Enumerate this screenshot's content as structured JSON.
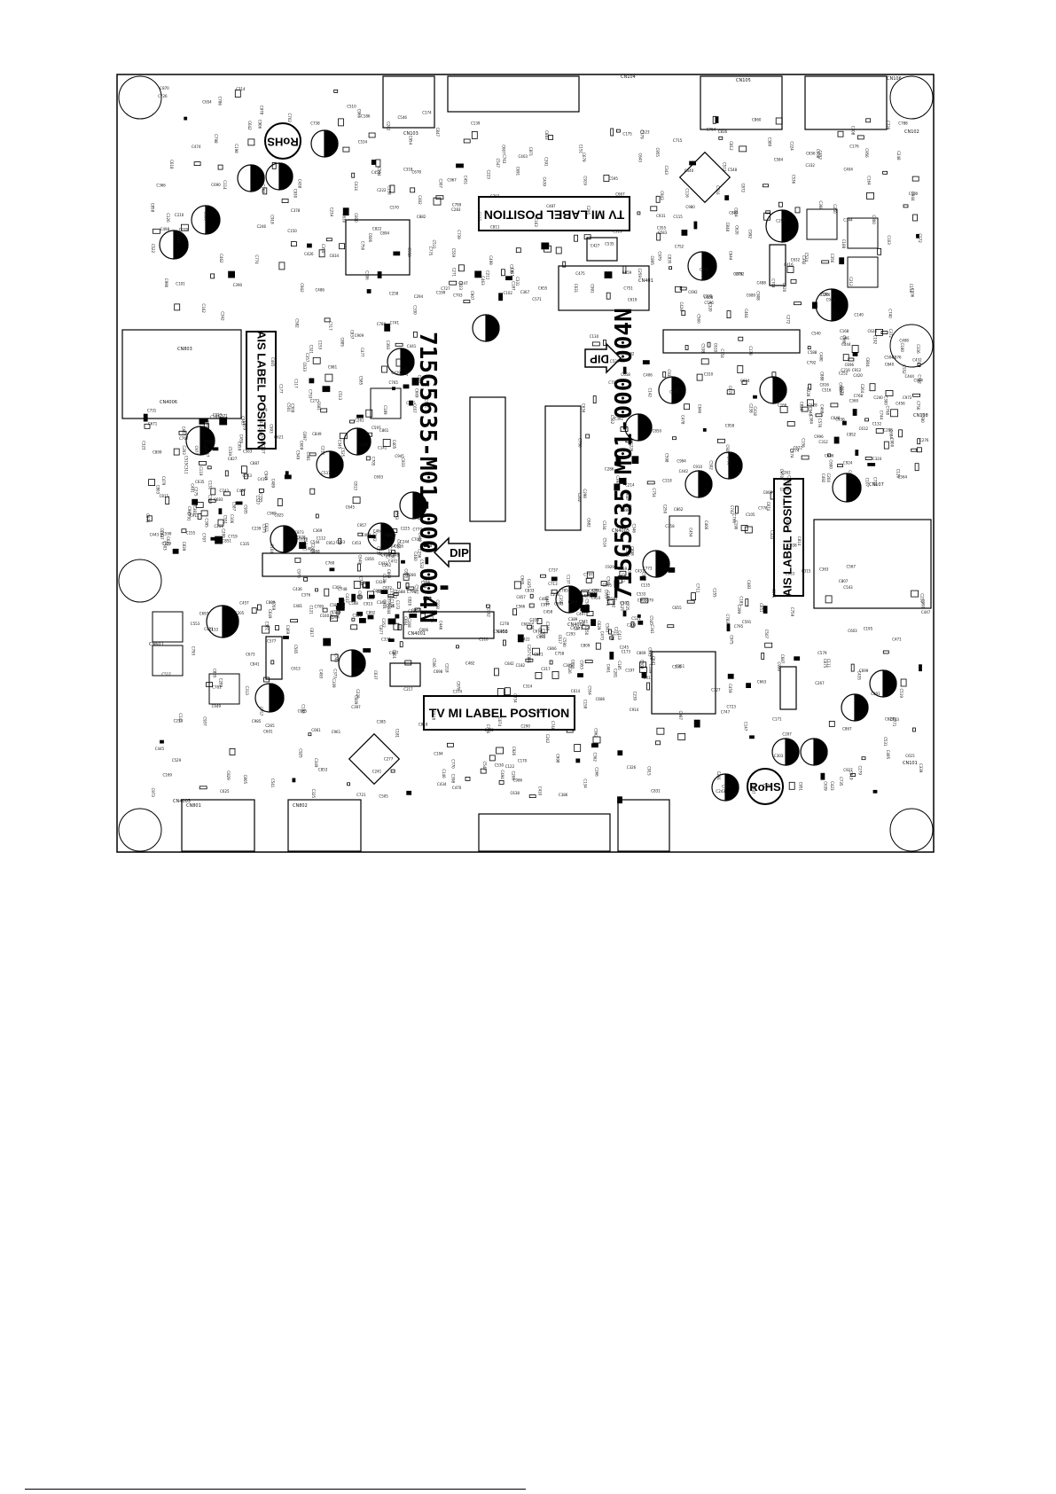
{
  "board": {
    "part_number": "715G5635-M01-000-004N",
    "labels": {
      "tv_mi": "TV MI LABEL POSITION",
      "ais": "AIS LABEL POSITION",
      "dip": "DIP",
      "rohs": "RoHS"
    },
    "connectors": [
      "CN101",
      "CN102",
      "CN103",
      "CN104",
      "CN105",
      "CN106",
      "CN107",
      "CN108",
      "CN401",
      "CN403",
      "CN601",
      "CN801",
      "CN802",
      "CN803",
      "CN4001",
      "CN4003",
      "CN4004",
      "CN4005",
      "CN4006"
    ],
    "designators": [
      "C101",
      "C102",
      "C103",
      "C104",
      "C105",
      "C106",
      "C107",
      "C109",
      "C110",
      "C111",
      "C112",
      "C113",
      "C114",
      "C115",
      "C116",
      "C117",
      "C118",
      "C119",
      "C120",
      "C121",
      "C122",
      "C123",
      "C124",
      "C125",
      "C126",
      "C127",
      "C128",
      "C129",
      "C130",
      "C131",
      "C132",
      "C133",
      "C134",
      "C135",
      "C136",
      "C137",
      "C138",
      "C139",
      "C140",
      "C141",
      "C142",
      "C143",
      "C144",
      "C145",
      "C146",
      "C147",
      "C148",
      "C149",
      "C150",
      "C151",
      "C152",
      "C153",
      "C154",
      "C155",
      "C156",
      "C157",
      "C158",
      "C159",
      "C160",
      "C161",
      "C162",
      "C163",
      "C164",
      "C165",
      "C166",
      "C167",
      "C168",
      "C169",
      "C170",
      "C171",
      "C172",
      "C173",
      "C174",
      "C175",
      "C176",
      "C177",
      "C178",
      "C179",
      "C180",
      "C181",
      "C182",
      "C183",
      "C184",
      "C185",
      "C186",
      "C187",
      "C188",
      "C189",
      "C190",
      "C191",
      "C192",
      "C193",
      "C194",
      "C195",
      "C196",
      "C197",
      "C198",
      "C199",
      "C200",
      "C201",
      "C202",
      "C203",
      "C204",
      "C205",
      "C206",
      "C207",
      "C208",
      "C209",
      "C210",
      "C211",
      "C212",
      "C213",
      "C214",
      "C215",
      "C216",
      "C217",
      "C218",
      "C219",
      "C220",
      "C221",
      "C222",
      "C223",
      "C224",
      "C225",
      "C226",
      "C227",
      "C228",
      "C229",
      "C230",
      "C231",
      "C232",
      "C233",
      "C234",
      "C235",
      "C236",
      "C237",
      "C238",
      "C239",
      "C240",
      "C241",
      "C242",
      "C243",
      "C244",
      "C245",
      "C246",
      "C247",
      "C248",
      "C249",
      "C250",
      "C251",
      "C252",
      "C253",
      "C254",
      "C255",
      "C256",
      "C257",
      "C258",
      "C259",
      "C260",
      "C261",
      "C262",
      "C263",
      "C264",
      "C265",
      "C266",
      "C267",
      "C268",
      "C269",
      "C270",
      "C271",
      "C272",
      "C273",
      "C274",
      "C275",
      "C276",
      "C277",
      "C278",
      "C279",
      "C280",
      "C281",
      "C282",
      "C283",
      "C284",
      "C285",
      "C286",
      "C287",
      "C288",
      "C289",
      "C290",
      "C291",
      "C292",
      "C293",
      "C294",
      "C295",
      "C296",
      "C297",
      "C298",
      "C299",
      "C300",
      "C301",
      "C302",
      "C303",
      "C304",
      "C305",
      "C306",
      "C307",
      "C308",
      "C309",
      "C310",
      "C311",
      "C312",
      "C313",
      "C314",
      "C315",
      "C316",
      "C317",
      "C318",
      "C319",
      "C320",
      "C321",
      "C322",
      "C323",
      "C324",
      "C325",
      "C326",
      "C327",
      "C328",
      "C329",
      "C330",
      "C331",
      "C332",
      "C333",
      "C334",
      "C335",
      "C336",
      "C337",
      "C338",
      "C339",
      "C340",
      "C341",
      "C342",
      "C343",
      "C344",
      "C345",
      "C346",
      "C347",
      "C348",
      "C349",
      "C350",
      "C351",
      "C352",
      "C353",
      "C354",
      "C355",
      "C356",
      "C357",
      "C358",
      "C359",
      "C360",
      "C361",
      "C362",
      "C363",
      "C364",
      "C365",
      "C366",
      "C367",
      "C368",
      "C369",
      "C370",
      "C371",
      "C372",
      "C373",
      "C374",
      "C375",
      "C376",
      "C377",
      "C378",
      "C379",
      "C380",
      "C381",
      "C382",
      "C383",
      "C384",
      "C385",
      "C386",
      "C387",
      "C388",
      "C389",
      "C390",
      "C391",
      "C392",
      "C393",
      "C394",
      "C395",
      "C396",
      "C397",
      "C398",
      "C399",
      "C400",
      "C401",
      "C402",
      "C403",
      "C404",
      "C405",
      "C406",
      "C407",
      "C408",
      "C409",
      "C410",
      "C411",
      "C412",
      "C413",
      "C414",
      "C415",
      "C416",
      "C417",
      "C418",
      "C419",
      "C420",
      "C421",
      "C422",
      "C423",
      "C424",
      "C425",
      "C426",
      "C427",
      "C428",
      "C429",
      "C430",
      "C431",
      "C432",
      "C433",
      "C434",
      "C435",
      "C436",
      "C437",
      "C438",
      "C439",
      "C440",
      "C441",
      "C442",
      "C443",
      "C444",
      "C445",
      "C446",
      "C447",
      "C448",
      "C449",
      "C450",
      "C451",
      "C452",
      "C453",
      "C454",
      "C455",
      "C456",
      "C457",
      "C458",
      "C459",
      "C460",
      "C461",
      "C462",
      "C463",
      "C464",
      "C465",
      "C466",
      "C467",
      "C468",
      "C469",
      "C470",
      "C471",
      "C472",
      "C473",
      "C474",
      "C475",
      "C476",
      "C477",
      "C478",
      "C479",
      "C480",
      "C481",
      "C482",
      "C483",
      "C484",
      "C485",
      "C486",
      "C487",
      "C488",
      "C489",
      "C490",
      "C491",
      "C492",
      "C493",
      "C494",
      "C495",
      "C496",
      "C497",
      "C498",
      "C499",
      "C500",
      "C501",
      "C502",
      "C503",
      "C504",
      "C505",
      "C506",
      "C507",
      "C508",
      "C509",
      "C510",
      "C511",
      "C512",
      "C513",
      "C514",
      "C515",
      "C516",
      "C517",
      "C518",
      "C519",
      "C520",
      "C521",
      "C522",
      "C523",
      "C524",
      "C525",
      "C526",
      "C527",
      "C528",
      "C529",
      "C530",
      "C531",
      "C532",
      "C533",
      "C534",
      "C535",
      "C536",
      "C537",
      "C538",
      "C539",
      "C540",
      "C541",
      "C542",
      "C543",
      "C544",
      "C545",
      "C546",
      "C547",
      "C548",
      "C549",
      "C550",
      "C551",
      "C552",
      "C553",
      "C554",
      "C555",
      "C556",
      "C557",
      "C558",
      "C559",
      "C560",
      "C561",
      "C562",
      "C563",
      "C564",
      "C565",
      "C566",
      "C567",
      "C568",
      "C569",
      "C570",
      "C571",
      "C572",
      "C573",
      "C574",
      "C575",
      "C576",
      "C577",
      "C578",
      "C579",
      "C580",
      "C581",
      "C582",
      "C583",
      "C584",
      "C585",
      "C586",
      "C587",
      "C588",
      "C589",
      "C590",
      "C591",
      "C592",
      "C593",
      "C594",
      "C595",
      "C596",
      "C597",
      "C598",
      "C599",
      "C600",
      "C601",
      "C602",
      "C603",
      "C604",
      "C605",
      "C606",
      "C607",
      "C608",
      "C609",
      "C610",
      "C611",
      "C612",
      "C613",
      "C614",
      "C615",
      "C616",
      "C617",
      "C618",
      "C619",
      "C620",
      "C621",
      "C622",
      "C623",
      "C624",
      "C625",
      "C626",
      "C627",
      "C628",
      "C629",
      "C630",
      "C631",
      "C632",
      "C633",
      "C634",
      "C635",
      "C636",
      "C637",
      "C638",
      "C639",
      "C640",
      "C641",
      "C642",
      "C643",
      "C644",
      "C645",
      "C646",
      "C647",
      "C648",
      "C649",
      "C650",
      "C651",
      "C652",
      "C653",
      "C654",
      "C655",
      "C656",
      "C657",
      "C658",
      "C659",
      "C660",
      "C661",
      "C662",
      "C663",
      "C664",
      "C665",
      "C666",
      "C667",
      "C668",
      "C669",
      "C670",
      "C671",
      "C672",
      "C673",
      "C674",
      "C675",
      "C676",
      "C677",
      "C678",
      "C679",
      "C680",
      "C681",
      "C682",
      "C683",
      "C684",
      "C685",
      "C686",
      "C687",
      "C688",
      "C689",
      "C690",
      "C691",
      "C692",
      "C693",
      "C694",
      "C695",
      "C696",
      "C697",
      "C698",
      "C699",
      "C700",
      "C701",
      "C702",
      "C703",
      "C704",
      "C705",
      "C706",
      "C707",
      "C708",
      "C709",
      "C710",
      "C711",
      "C712",
      "C713",
      "C714",
      "C715",
      "C716",
      "C717",
      "C718",
      "C719",
      "C720",
      "C721",
      "C722",
      "C723",
      "C724",
      "C725",
      "C726",
      "C727",
      "C728",
      "C729",
      "C730",
      "C731",
      "C732",
      "C733",
      "C734",
      "C735",
      "C736",
      "C737",
      "C738",
      "C739",
      "C740",
      "C741",
      "C742",
      "C743",
      "C744",
      "C745",
      "C746",
      "C747",
      "C748",
      "C749",
      "C750",
      "C751",
      "C752",
      "C753",
      "C754",
      "C755",
      "C756",
      "C757",
      "C758",
      "C759",
      "C760",
      "C761",
      "C762",
      "C763",
      "C764",
      "C765",
      "C766",
      "C767",
      "C768",
      "C769",
      "C770",
      "C771",
      "C772",
      "C773",
      "C774",
      "C775",
      "C776",
      "C777",
      "C778",
      "C779",
      "C780",
      "C781",
      "C782",
      "C783",
      "C784",
      "C785",
      "C786",
      "C787",
      "C788",
      "C789",
      "C790",
      "C791",
      "C792",
      "C793",
      "C794",
      "C795",
      "C796",
      "C797",
      "C798",
      "C799",
      "C800",
      "C801",
      "C802",
      "C803",
      "C804",
      "C805",
      "C806",
      "C807",
      "C808",
      "C809",
      "C810",
      "C811",
      "C812",
      "C813",
      "C814",
      "C815",
      "C816",
      "C817",
      "C818",
      "C819",
      "C820",
      "C821",
      "C822",
      "C823",
      "C824",
      "C825",
      "C826",
      "C827",
      "C828",
      "C829",
      "C830",
      "C831",
      "C832",
      "C833",
      "C834",
      "C835",
      "C836",
      "C837",
      "C838",
      "C839",
      "C840",
      "C841",
      "C842",
      "C843",
      "C844",
      "C845",
      "C846",
      "C847",
      "C848",
      "C849",
      "C850",
      "C851",
      "C852",
      "C853",
      "C854",
      "C855",
      "C856",
      "C857",
      "C858",
      "C859",
      "C860",
      "C861",
      "C862",
      "C863",
      "C864",
      "C865",
      "C866",
      "C867",
      "C868",
      "C869",
      "C870",
      "C871",
      "C872",
      "C873",
      "C874",
      "C875",
      "C876",
      "C877",
      "C878",
      "C879",
      "C880",
      "C881",
      "C882",
      "C883",
      "C884",
      "C885",
      "C886",
      "C887",
      "C888",
      "C889",
      "C890",
      "C891",
      "C892",
      "C893",
      "C894",
      "C895",
      "C896",
      "C897",
      "C898",
      "C899",
      "C900",
      "C901",
      "C902",
      "C903",
      "C904",
      "C905",
      "C906",
      "C907",
      "C908",
      "C909",
      "C910",
      "C911",
      "C912",
      "C913",
      "C914",
      "C915",
      "C916",
      "C917",
      "C918",
      "C919",
      "C920",
      "C921",
      "C922",
      "C923",
      "C924",
      "C925",
      "C926",
      "C927",
      "C928",
      "C929",
      "C930",
      "C931",
      "C932",
      "C933",
      "C934",
      "C935",
      "C936",
      "C937",
      "C938",
      "C939",
      "C940",
      "C941",
      "C942",
      "C943",
      "C944",
      "C945",
      "C946",
      "C947",
      "C948",
      "C949",
      "C950",
      "C951",
      "C952",
      "C953",
      "C954",
      "C955",
      "C956",
      "C957",
      "C958",
      "C959",
      "C960",
      "C961",
      "C962",
      "C963",
      "C964",
      "C965",
      "C966",
      "C967",
      "C968",
      "C969",
      "C970",
      "C971",
      "C972",
      "C973",
      "C974",
      "C975",
      "C976",
      "C977",
      "C978",
      "C979",
      "C980",
      "C981",
      "C982",
      "C983",
      "C984",
      "C985",
      "C986",
      "C987",
      "C988",
      "C989",
      "C990",
      "C991",
      "C992",
      "C993",
      "C994",
      "C995",
      "C996",
      "C997",
      "C998",
      "C999"
    ]
  }
}
